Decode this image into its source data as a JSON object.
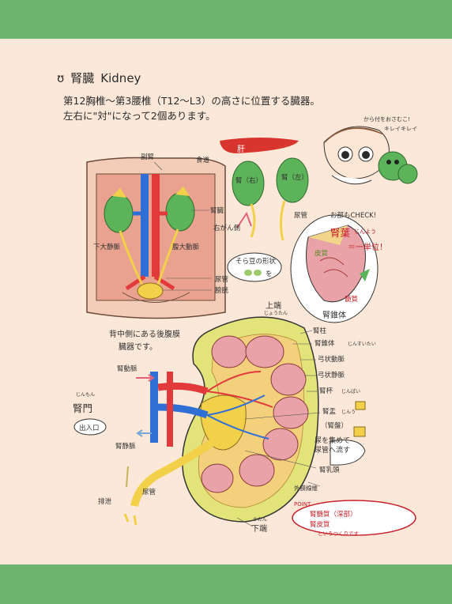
{
  "title": {
    "icon": "ʊ",
    "jp": "腎臓",
    "en": "Kidney"
  },
  "subtitle": {
    "line1": "第12胸椎〜第3腰椎（T12〜L3）の高さに位置する臓器。",
    "line2": "左右に\"対\"になって2個あります。"
  },
  "torso_labels": {
    "adrenal": "副腎",
    "aorta_label": "食道",
    "kidney": "腎臓",
    "ivc": "下大静脈",
    "aorta": "腹大動脈",
    "ureter": "尿管",
    "bladder": "膀胱",
    "renal_note": "右がん側"
  },
  "side_view": {
    "liver": "肝",
    "kidney_right": "腎（右）",
    "kidney_left": "腎（左）",
    "ureter": "尿管",
    "bean_note": "そら豆の形状",
    "bean_suffix": "を"
  },
  "mascot": {
    "bubble1": "から付をおさむこ!",
    "bubble2": "キレイキレイ"
  },
  "pyramid_callout": {
    "check": "お部もCHECK!",
    "lobe": "腎葉",
    "lobe_reading": "じんよう",
    "lobe_note": "＝一単位！",
    "cortex": "皮質",
    "medulla": "髄質",
    "pyramid": "腎錐体"
  },
  "retro_note": {
    "line1": "背中側にある後腹膜",
    "line2": "臓器です。"
  },
  "detail_labels": {
    "upper_pole": "上端",
    "upper_pole_reading": "じょうたん",
    "papilla_col": "腎柱",
    "renal_pyramid": "腎錐体",
    "renal_pyramid_reading": "じんすいたい",
    "arcuate_artery": "弓状動脈",
    "arcuate_vein": "弓状静脈",
    "interlobar": "腎杯",
    "interlobar_reading": "じんぱい",
    "pelvis": "腎盂",
    "pelvis_reading": "じんう",
    "pelvis_alt": "（腎盤）",
    "collect_note1": "尿を集めて",
    "collect_note2": "尿管へ流す",
    "papilla": "腎乳頭",
    "capsule": "外膜線維",
    "lower_pole": "下端",
    "lower_pole_reading": "かたん",
    "renal_artery": "腎動脈",
    "hilum": "腎門",
    "hilum_reading": "じんもん",
    "hilum_note": "出入口",
    "renal_vein": "腎静脈",
    "ureter": "尿管",
    "excretion": "排泄",
    "point_label": "POINT",
    "point_line1": "腎髄質（深部）",
    "point_line2": "腎皮質",
    "point_line3": "というつくりです"
  },
  "colors": {
    "band": "#6db36f",
    "background": "#fbe8d8",
    "kidney_green": "#5db35a",
    "artery_red": "#e23a3a",
    "vein_blue": "#2f6fd6",
    "ureter_yellow": "#f2d04a",
    "pyramid_pink": "#e9a3a8",
    "callout_red": "#c8202a"
  }
}
